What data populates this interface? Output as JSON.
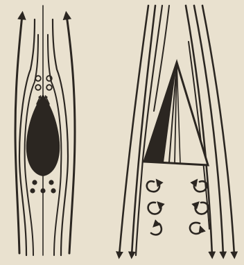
{
  "diagram": {
    "left_figure": {
      "subject": "teardrop-body",
      "flow_direction": "up",
      "eddy_markers": [
        "circle",
        "circle",
        "circle",
        "circle"
      ],
      "wake_dots": 5
    },
    "right_figure": {
      "subject": "triangle-wedge",
      "flow_direction": "down",
      "eddy_count": 6
    },
    "colors": {
      "paper": "#e9e1cf",
      "ink": "#2b2621"
    }
  }
}
